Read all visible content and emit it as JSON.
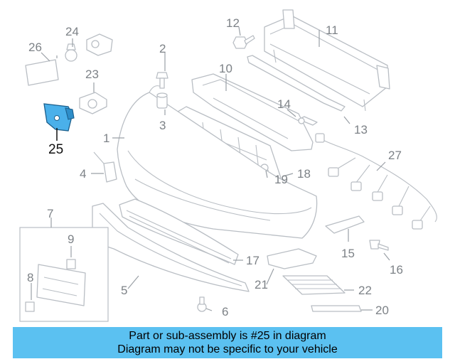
{
  "callouts": {
    "c1": "1",
    "c2": "2",
    "c3": "3",
    "c4": "4",
    "c5": "5",
    "c6": "6",
    "c7": "7",
    "c8": "8",
    "c9": "9",
    "c10": "10",
    "c11": "11",
    "c12": "12",
    "c13": "13",
    "c14": "14",
    "c15": "15",
    "c16": "16",
    "c17": "17",
    "c18": "18",
    "c19": "19",
    "c20": "20",
    "c21": "21",
    "c22": "22",
    "c23": "23",
    "c24": "24",
    "c25": "25",
    "c26": "26",
    "c27": "27"
  },
  "highlighted_part": "25",
  "colors": {
    "highlight": "#4ab0ea",
    "banner": "#5bc1f1",
    "outline": "#b9bec4"
  },
  "banner": {
    "line1": "Part or sub-assembly is #25 in diagram",
    "line2": "Diagram may not be specific to your vehicle"
  }
}
